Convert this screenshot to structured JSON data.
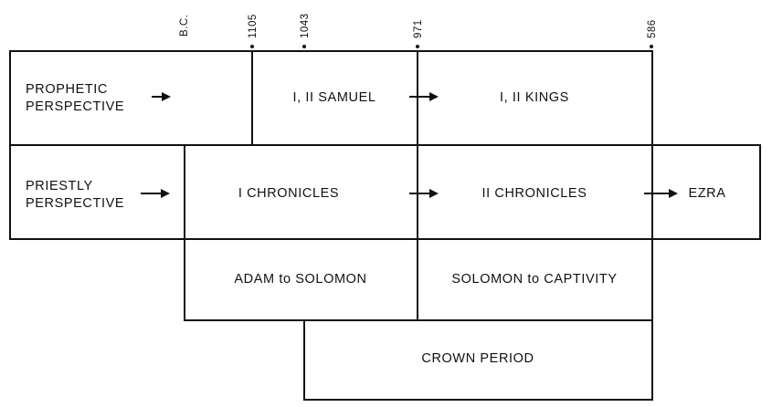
{
  "era_label": "B.C.",
  "years": [
    "1105",
    "1043",
    "971",
    "586"
  ],
  "prophetic": {
    "label_lines": [
      "PROPHETIC",
      "PERSPECTIVE"
    ],
    "books": [
      "I, II SAMUEL",
      "I, II KINGS"
    ]
  },
  "priestly": {
    "label_lines": [
      "PRIESTLY",
      "PERSPECTIVE"
    ],
    "books": [
      "I CHRONICLES",
      "II CHRONICLES",
      "EZRA"
    ]
  },
  "periods": [
    "ADAM to SOLOMON",
    "SOLOMON to CAPTIVITY"
  ],
  "crown": "CROWN PERIOD"
}
